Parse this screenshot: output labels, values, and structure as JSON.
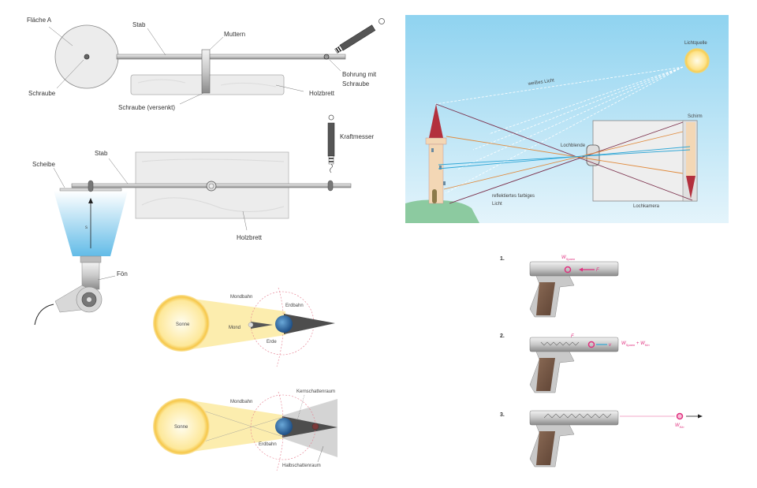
{
  "colors": {
    "sky_top": "#8fd3f0",
    "sky_bottom": "#dff2fb",
    "sun": "#fbd75c",
    "sun_glow": "#fdeeb0",
    "accent_pink": "#e0307f",
    "ray_purple": "#7a2e4a",
    "ray_orange": "#e08a3c",
    "ray_blue": "#2ea6d6",
    "wood": "#e6e6e6",
    "metal": "#9a9a9a",
    "airflow": "#5ab8e6",
    "earth": "#2f6fa8",
    "shadow": "#555555",
    "penumbra": "#cfcfcf",
    "orbit": "#e57b8d",
    "tower": "#f3d7b5",
    "roof": "#b3303d",
    "grass": "#7fbf8e"
  },
  "figure_lever": {
    "labels": {
      "surface": "Fläche A",
      "rod": "Stab",
      "nuts": "Muttern",
      "screw": "Schraube",
      "screw_countersunk": "Schraube (versenkt)",
      "board": "Holzbrett",
      "hole_line1": "Bohrung mit",
      "hole_line2": "Schraube"
    }
  },
  "figure_dryer": {
    "labels": {
      "disc": "Scheibe",
      "rod": "Stab",
      "force_meter": "Kraftmesser",
      "board": "Holzbrett",
      "distance": "s",
      "dryer": "Fön"
    }
  },
  "figure_solar_eclipse": {
    "labels": {
      "sun": "Sonne",
      "moon_orbit": "Mondbahn",
      "earth_orbit": "Erdbahn",
      "moon": "Mond",
      "earth": "Erde"
    }
  },
  "figure_lunar_eclipse": {
    "labels": {
      "sun": "Sonne",
      "moon_orbit": "Mondbahn",
      "umbra": "Kernschattenraum",
      "earth_orbit": "Erdbahn",
      "penumbra": "Halbschattenraum"
    }
  },
  "figure_camera_obscura": {
    "labels": {
      "light_source": "Lichtquelle",
      "white_light": "weißes Licht",
      "screen": "Schirm",
      "aperture": "Lochblende",
      "reflected_line1": "reflektiertes farbiges",
      "reflected_line2": "Licht",
      "camera": "Lochkamera"
    }
  },
  "figure_pistol": {
    "steps": [
      {
        "number": "1.",
        "energy": "W",
        "energy_sub": "Spann",
        "force": "F"
      },
      {
        "number": "2.",
        "force": "F",
        "velocity": "v",
        "energy": "W",
        "energy_sub": "Spann",
        "plus": " + ",
        "energy2": "W",
        "energy2_sub": "Kin"
      },
      {
        "number": "3.",
        "energy": "W",
        "energy_sub": "Kin"
      }
    ]
  }
}
